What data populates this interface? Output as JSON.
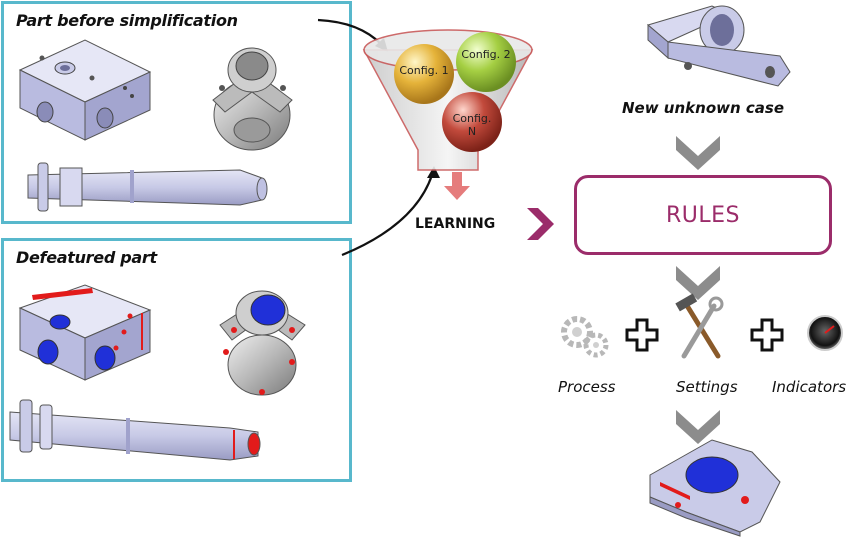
{
  "panels": {
    "before": "Part before simplification",
    "after": "Defeatured part"
  },
  "funnel": {
    "balls": [
      {
        "label": "Config. 1",
        "color": "#e5b33a"
      },
      {
        "label": "Config. 2",
        "color": "#a5cf43"
      },
      {
        "label": "Config. N",
        "color": "#c24a3c"
      }
    ],
    "caption": "LEARNING"
  },
  "right_flow": {
    "new_case": "New unknown case",
    "rules": "RULES",
    "items": [
      "Process",
      "Settings",
      "Indicators"
    ]
  },
  "colors": {
    "panel_border": "#58b8cc",
    "accent": "#9b2c6a",
    "chevron_gray": "#8c8c8c",
    "part_fill": "#c9cbe8",
    "hole_blue": "#2030d8",
    "feature_red": "#e21b1b"
  }
}
